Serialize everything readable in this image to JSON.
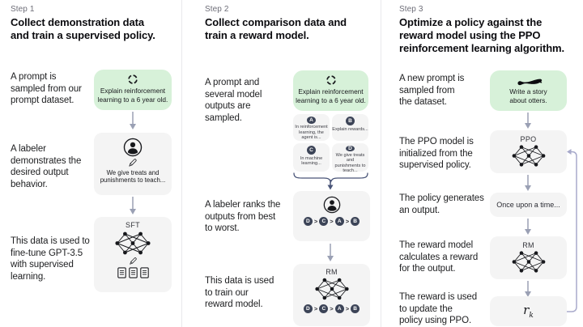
{
  "colors": {
    "prompt_box_green": "#d7f1d9",
    "step_box_gray": "#f4f4f4",
    "badge_navy": "#3c4457",
    "arrow_gray": "#9aa0b4",
    "loop_arrow_lavender": "#a8aacb",
    "brace_navy": "#4a5578"
  },
  "icons": {
    "prompt_sample": "dashed-circle-icon",
    "labeler": "person-icon",
    "writing": "pencil-icon",
    "training_data": "documents-icon",
    "model": "neural-network-icon",
    "otter_prompt": "otter-icon"
  },
  "step1": {
    "label": "Step 1",
    "title": "Collect demonstration data\nand train a supervised policy.",
    "caption_prompt": "A prompt is\nsampled from our\nprompt dataset.",
    "caption_labeler": "A labeler\ndemonstrates the\ndesired output\nbehavior.",
    "caption_finetune": "This data is used to\nfine-tune GPT-3.5\nwith supervised\nlearning.",
    "prompt_text": "Explain reinforcement\nlearning to a 6 year old.",
    "demonstration_text": "We give treats and\npunishments to teach...",
    "model_label": "SFT"
  },
  "step2": {
    "label": "Step 2",
    "title": "Collect comparison data and\ntrain a reward model.",
    "caption_sampled": "A prompt and\nseveral model\noutputs are\nsampled.",
    "caption_ranks": "A labeler ranks the\noutputs from best\nto worst.",
    "caption_train": "This data is used\nto train our\nreward model.",
    "prompt_text": "Explain reinforcement\nlearning to a 6 year old.",
    "outputs": [
      {
        "letter": "A",
        "text": "In reinforcement\nlearning, the\nagent is..."
      },
      {
        "letter": "B",
        "text": "Explain rewards..."
      },
      {
        "letter": "C",
        "text": "In machine\nlearning..."
      },
      {
        "letter": "D",
        "text": "We give treats and\npunishments to\nteach..."
      }
    ],
    "model_label": "RM",
    "ranking": [
      "D",
      "C",
      "A",
      "B"
    ],
    "rank_separator": ">"
  },
  "step3": {
    "label": "Step 3",
    "title": "Optimize a policy against the\nreward model using the PPO\nreinforcement learning algorithm.",
    "caption_new_prompt": "A new prompt is\nsampled from\nthe dataset.",
    "caption_init": "The PPO model is\ninitialized from the\nsupervised policy.",
    "caption_generates": "The policy generates\nan output.",
    "caption_reward": "The reward model\ncalculates a reward\nfor the output.",
    "caption_update": "The reward is used\nto update the\npolicy using PPO.",
    "prompt_text": "Write a story\nabout otters.",
    "policy_label": "PPO",
    "output_text": "Once upon a time...",
    "reward_model_label": "RM",
    "reward_symbol": "r",
    "reward_subscript": "k"
  }
}
